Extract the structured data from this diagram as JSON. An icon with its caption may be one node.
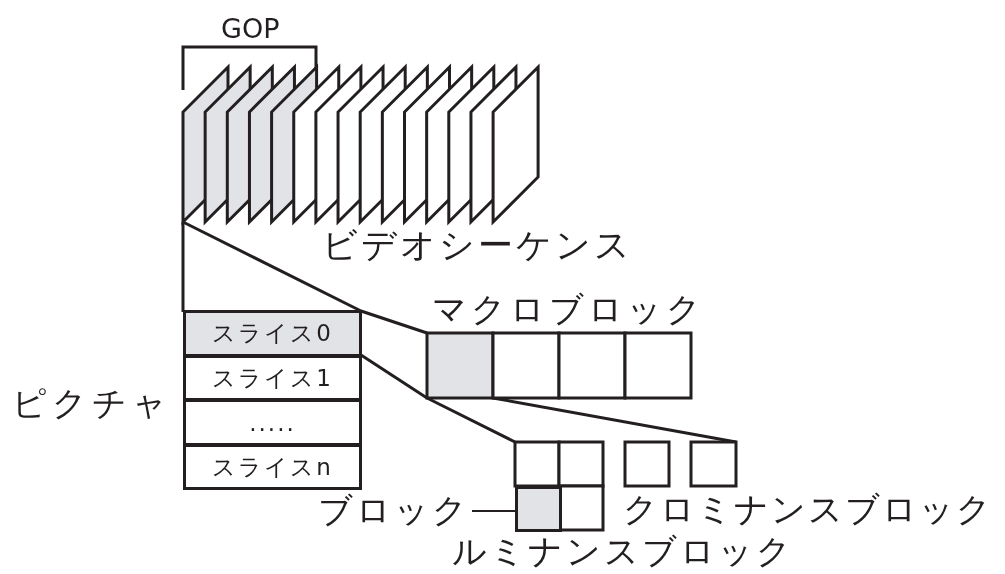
{
  "diagram": {
    "nodes": [
      {
        "text": [
          "スライス0"
        ]
      },
      {
        "text": [
          "スライス1"
        ]
      },
      {
        "text": [
          "....."
        ]
      },
      {
        "text": [
          "スライスn"
        ]
      },
      {
        "text": [
          "ブロック"
        ]
      },
      {
        "text": [],
        "shape": "box"
      }
    ],
    "edges": [
      {
        "from": 4,
        "to": 5,
        "arrow": "none"
      }
    ],
    "labels": [
      "GOP",
      "ビデオシーケンス",
      "マクロブロック",
      "ピクチャ",
      "クロミナンスブロック",
      "ルミナンスブロック"
    ]
  }
}
